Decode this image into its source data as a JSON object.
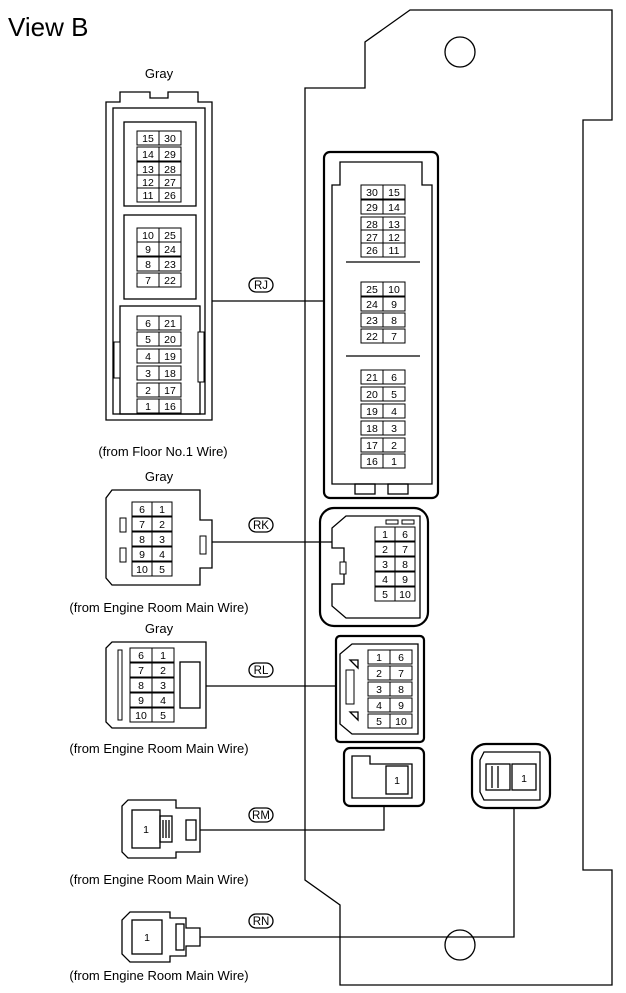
{
  "title": "View B",
  "connectors": {
    "rj": {
      "tag": "RJ",
      "color": "Gray",
      "source": "(from Floor No.1 Wire)",
      "left_rows": [
        [
          "15",
          "30"
        ],
        [
          "14",
          "29"
        ],
        [
          "13",
          "28"
        ],
        [
          "12",
          "27"
        ],
        [
          "11",
          "26"
        ],
        [
          "10",
          "25"
        ],
        [
          "9",
          "24"
        ],
        [
          "8",
          "23"
        ],
        [
          "7",
          "22"
        ],
        [
          "6",
          "21"
        ],
        [
          "5",
          "20"
        ],
        [
          "4",
          "19"
        ],
        [
          "3",
          "18"
        ],
        [
          "2",
          "17"
        ],
        [
          "1",
          "16"
        ]
      ],
      "right_rows": [
        [
          "30",
          "15"
        ],
        [
          "29",
          "14"
        ],
        [
          "28",
          "13"
        ],
        [
          "27",
          "12"
        ],
        [
          "26",
          "11"
        ],
        [
          "25",
          "10"
        ],
        [
          "24",
          "9"
        ],
        [
          "23",
          "8"
        ],
        [
          "22",
          "7"
        ],
        [
          "21",
          "6"
        ],
        [
          "20",
          "5"
        ],
        [
          "19",
          "4"
        ],
        [
          "18",
          "3"
        ],
        [
          "17",
          "2"
        ],
        [
          "16",
          "1"
        ]
      ]
    },
    "rk": {
      "tag": "RK",
      "color": "Gray",
      "source": "(from Engine Room Main Wire)",
      "left_rows": [
        [
          "6",
          "1"
        ],
        [
          "7",
          "2"
        ],
        [
          "8",
          "3"
        ],
        [
          "9",
          "4"
        ],
        [
          "10",
          "5"
        ]
      ],
      "right_rows": [
        [
          "1",
          "6"
        ],
        [
          "2",
          "7"
        ],
        [
          "3",
          "8"
        ],
        [
          "4",
          "9"
        ],
        [
          "5",
          "10"
        ]
      ]
    },
    "rl": {
      "tag": "RL",
      "color": "Gray",
      "source": "(from Engine Room Main Wire)",
      "left_rows": [
        [
          "6",
          "1"
        ],
        [
          "7",
          "2"
        ],
        [
          "8",
          "3"
        ],
        [
          "9",
          "4"
        ],
        [
          "10",
          "5"
        ]
      ],
      "right_rows": [
        [
          "1",
          "6"
        ],
        [
          "2",
          "7"
        ],
        [
          "3",
          "8"
        ],
        [
          "4",
          "9"
        ],
        [
          "5",
          "10"
        ]
      ]
    },
    "rm": {
      "tag": "RM",
      "source": "(from Engine Room Main Wire)",
      "left_pin": "1",
      "right_pin": "1"
    },
    "rn": {
      "tag": "RN",
      "source": "(from Engine Room Main Wire)",
      "left_pin": "1",
      "right_pin": "1"
    }
  }
}
